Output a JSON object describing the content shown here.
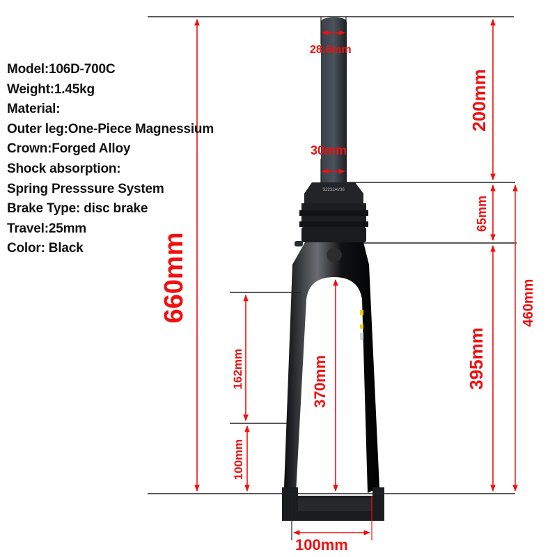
{
  "specs": {
    "model": "Model:106D-700C",
    "weight": "Weight:1.45kg",
    "material": "Material:",
    "outer_leg": "Outer leg:One-Piece Magnessium",
    "crown": "Crown:Forged Alloy",
    "shock": "Shock absorption:",
    "shock_system": "Spring Presssure System",
    "brake": "Brake Type: disc brake",
    "travel": "Travel:25mm",
    "color": "Color: Black"
  },
  "dimensions": {
    "steerer_top_diameter": "28.6mm",
    "steerer_bottom_diameter": "30mm",
    "steerer_length": "200mm",
    "total_length": "660mm",
    "suspension_height": "65mm",
    "axle_to_crown": "395mm",
    "axle_to_suspension_top": "460mm",
    "leg_inner_height": "370mm",
    "upper_leg_span": "162mm",
    "lower_leg_span": "100mm",
    "axle_width": "100mm"
  },
  "colors": {
    "dimension_red": "#f01010",
    "guide_line": "#222222",
    "fork_body": "#1a1c1f"
  }
}
